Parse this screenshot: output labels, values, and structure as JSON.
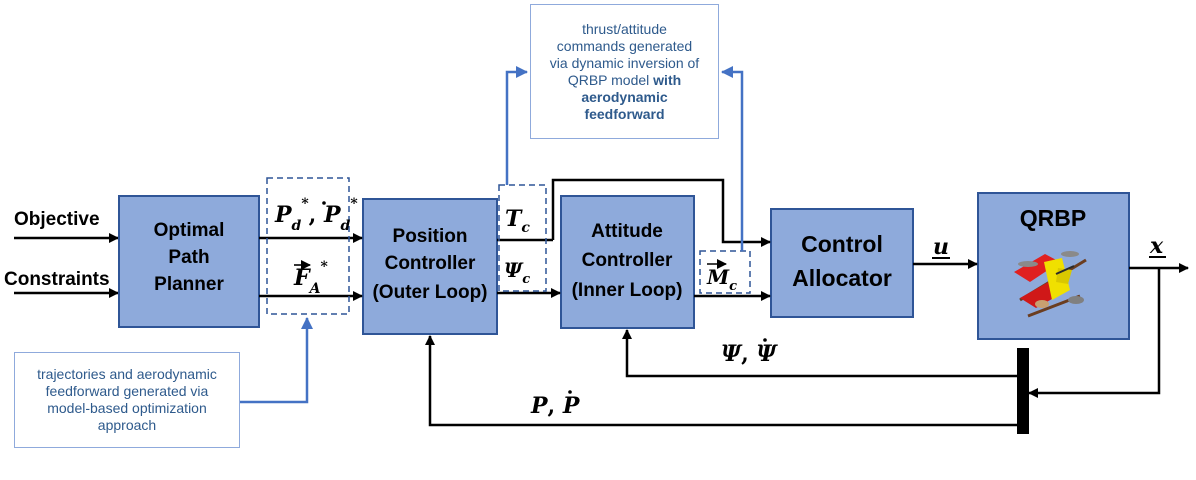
{
  "inputs": {
    "objective": "Objective",
    "constraints": "Constraints"
  },
  "blocks": {
    "planner": [
      "Optimal",
      "Path",
      "Planner"
    ],
    "position": [
      "Position",
      "Controller",
      "(Outer Loop)"
    ],
    "attitude": [
      "Attitude",
      "Controller",
      "(Inner Loop)"
    ],
    "allocator": [
      "Control",
      "Allocator"
    ],
    "qrbp": "QRBP"
  },
  "signals": {
    "u": "u",
    "x": "x",
    "tc": "T",
    "tc_sub": "c",
    "psic": "Ψ",
    "psic_sub": "c",
    "mc": "M",
    "mc_sub": "c",
    "pd": "P",
    "pd_sub": "d",
    "pd_sup": "*",
    "fa": "F",
    "fa_sub": "A",
    "fa_sup": "*",
    "psi_fb": "Ψ",
    "p_fb": "P"
  },
  "notes": {
    "top": {
      "lines": [
        "thrust/attitude",
        "commands generated",
        "via dynamic inversion of"
      ],
      "line4_prefix": "QRBP model ",
      "bold1": "with",
      "bold2": "aerodynamic",
      "bold3": "feedforward"
    },
    "bottom": [
      "trajectories and aerodynamic",
      "feedforward generated via",
      "model-based optimization",
      "approach"
    ]
  },
  "colors": {
    "block_fill": "#8eaadb",
    "block_border": "#2f5597",
    "note_text": "#2e5a8c",
    "note_arrow": "#4472c4"
  }
}
